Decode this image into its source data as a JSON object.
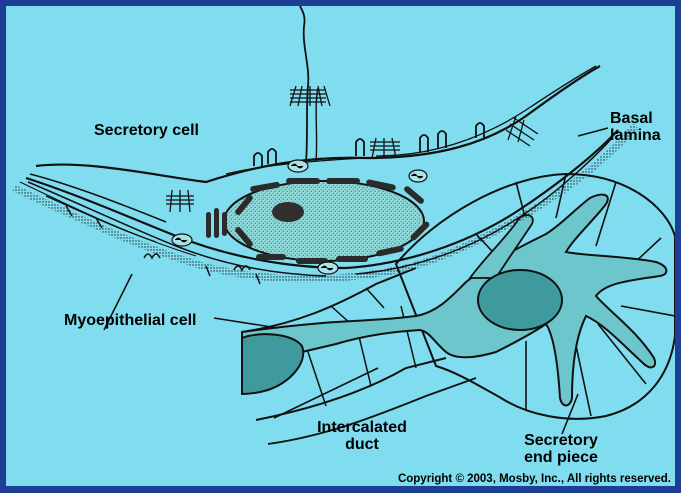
{
  "labels": {
    "secretory_cell": "Secretory cell",
    "basal_line1": "Basal",
    "basal_line2": "lamina",
    "myoepithelial_cell": "Myoepithelial cell",
    "intercalated_line1": "Intercalated",
    "intercalated_line2": "duct",
    "end_piece_line1": "Secretory",
    "end_piece_line2": "end piece"
  },
  "copyright": "Copyright © 2003, Mosby, Inc., All rights reserved.",
  "colors": {
    "frame_border": "#1c3f95",
    "background": "#80dcef",
    "cell_fill": "#6cc6cc",
    "nucleus_fill": "#3f9a9e",
    "ink": "#111111"
  }
}
